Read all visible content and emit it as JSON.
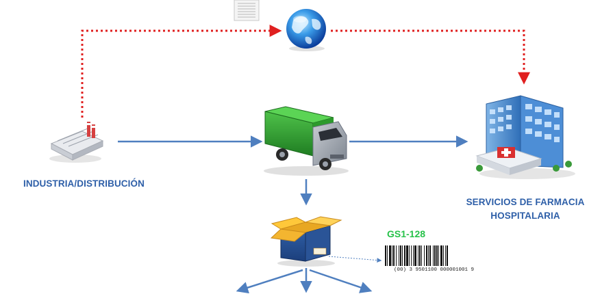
{
  "nodes": {
    "industry": {
      "label": "INDUSTRIA/DISTRIBUCIÓN"
    },
    "hospital": {
      "label_line1": "SERVICIOS DE FARMACIA",
      "label_line2": "HOSPITALARIA"
    },
    "barcode": {
      "standard": "GS1-128",
      "number": "(00) 3 9501100 000001001 9"
    }
  },
  "icons": [
    "document-icon",
    "globe-icon",
    "factory-icon",
    "truck-icon",
    "hospital-icon",
    "box-icon",
    "barcode-icon"
  ],
  "colors": {
    "label_blue": "#2e5fa8",
    "flow_arrow": "#4f7fbf",
    "info_arrow": "#e02020",
    "gs1_green": "#27c24a"
  }
}
